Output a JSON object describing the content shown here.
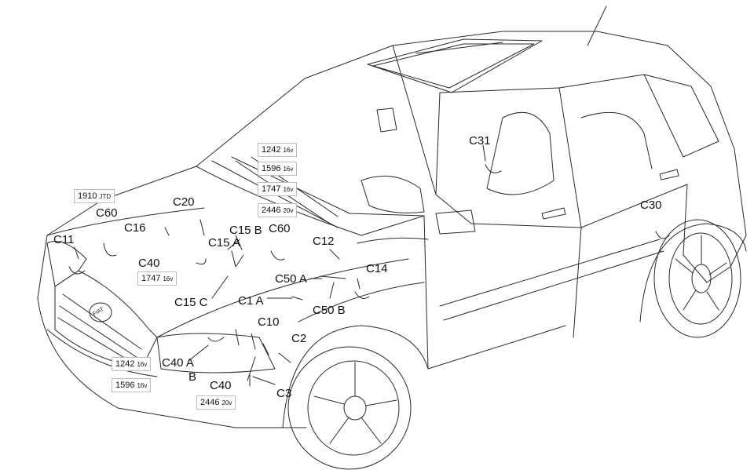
{
  "connectors": {
    "c11": "C11",
    "c60_left": "C60",
    "c16": "C16",
    "c20": "C20",
    "c15a": "C15 A",
    "c15b": "C15 B",
    "c60_mid": "C60",
    "c40_top": "C40",
    "c15c": "C15 C",
    "c1a": "C1 A",
    "c50a": "C50 A",
    "c50b": "C50 B",
    "c12": "C12",
    "c14": "C14",
    "c10": "C10",
    "c2": "C2",
    "c40a": "C40 A",
    "b": "B",
    "c40_bottom": "C40",
    "c3": "C3",
    "c31": "C31",
    "c30": "C30"
  },
  "engine_codes": {
    "top_1242": {
      "code": "1242",
      "variant": "16v"
    },
    "top_1596": {
      "code": "1596",
      "variant": "16v"
    },
    "top_1747": {
      "code": "1747",
      "variant": "16v"
    },
    "top_2446": {
      "code": "2446",
      "variant": "20v"
    },
    "left_1910": {
      "code": "1910",
      "variant": "JTD"
    },
    "mid_1747": {
      "code": "1747",
      "variant": "16v"
    },
    "bot_1242": {
      "code": "1242",
      "variant": "16v"
    },
    "bot_1596": {
      "code": "1596",
      "variant": "16v"
    },
    "bot_2446": {
      "code": "2446",
      "variant": "20v"
    }
  },
  "badge": "FIAT",
  "colors": {
    "line": "#2a2a2a",
    "label": "#111111",
    "box_border": "#bdbdbd"
  }
}
